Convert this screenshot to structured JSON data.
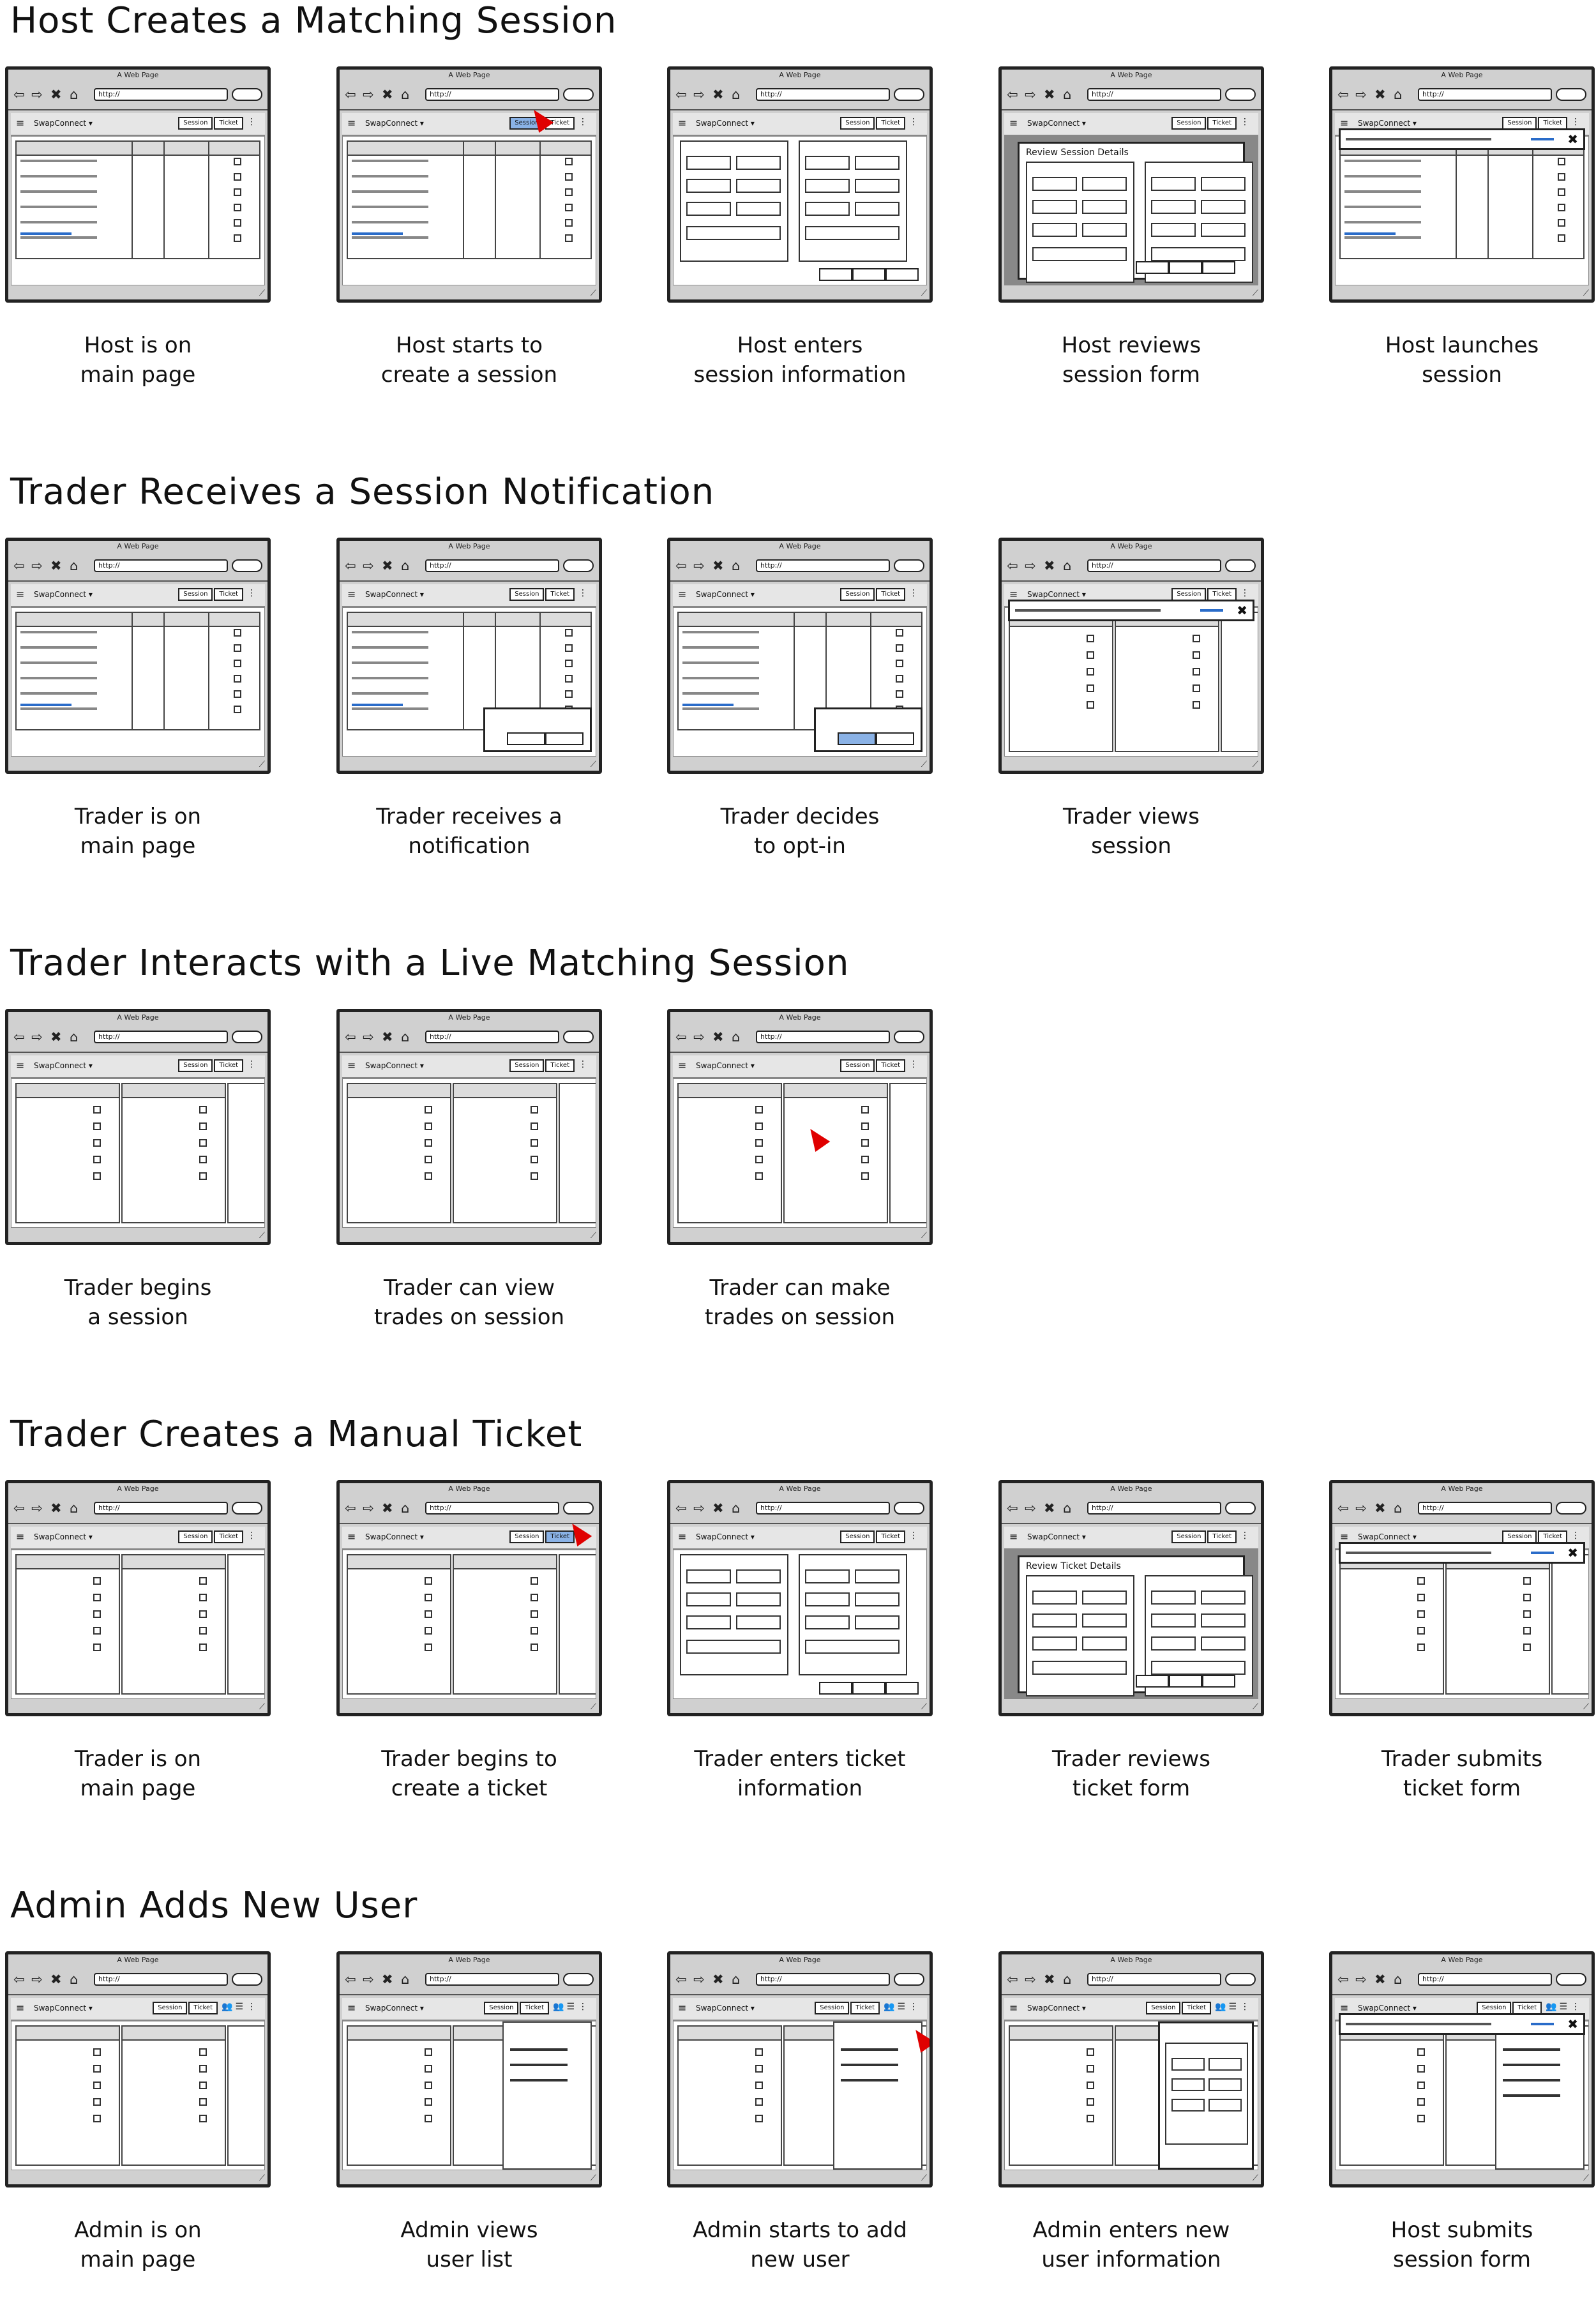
{
  "row_titles": [
    "Host Creates a Matching Session",
    "Trader Receives a Session Notification",
    "Trader Interacts with a Live Matching Session",
    "Trader Creates a Manual Ticket",
    "Admin Adds New User"
  ],
  "mockup": {
    "window_title": "A Web Page",
    "url": "http://",
    "app_name": "SwapConnect ▾",
    "session_btn": "Session",
    "ticket_btn": "Ticket"
  },
  "rows": [
    {
      "captions": [
        [
          "Host is on",
          "main page"
        ],
        [
          "Host starts to",
          "create a session"
        ],
        [
          "Host enters",
          "session information"
        ],
        [
          "Host reviews",
          "session form"
        ],
        [
          "Host launches",
          "session"
        ]
      ]
    },
    {
      "captions": [
        [
          "Trader is on",
          "main page"
        ],
        [
          "Trader receives a",
          "notification"
        ],
        [
          "Trader decides",
          "to opt-in"
        ],
        [
          "Trader views",
          "session"
        ]
      ]
    },
    {
      "captions": [
        [
          "Trader begins",
          "a session"
        ],
        [
          "Trader can view",
          "trades on session"
        ],
        [
          "Trader can make",
          "trades on session"
        ]
      ]
    },
    {
      "captions": [
        [
          "Trader is on",
          "main page"
        ],
        [
          "Trader begins to",
          "create a ticket"
        ],
        [
          "Trader enters ticket",
          "information"
        ],
        [
          "Trader reviews",
          "ticket form"
        ],
        [
          "Trader submits",
          "ticket form"
        ]
      ]
    },
    {
      "captions": [
        [
          "Admin is on",
          "main page"
        ],
        [
          "Admin views",
          "user list"
        ],
        [
          "Admin starts to add",
          "new user"
        ],
        [
          "Admin enters new",
          "user information"
        ],
        [
          "Host submits",
          "session form"
        ]
      ]
    }
  ]
}
